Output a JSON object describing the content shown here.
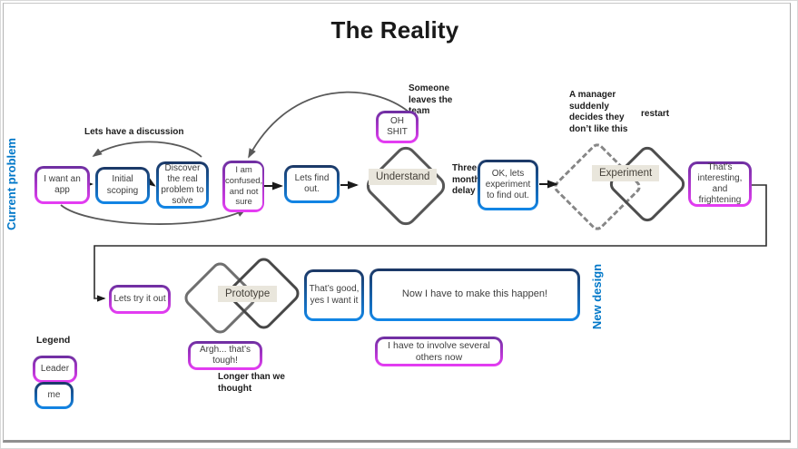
{
  "title": "The Reality",
  "side_labels": {
    "left": "Current problem",
    "right": "New design"
  },
  "nodes": {
    "want_app": "I want an app",
    "initial_scoping": "Initial scoping",
    "discover": "Discover the real problem to solve",
    "confused": "I am confused, and not sure",
    "lets_find_out": "Lets find out.",
    "oh_shit": "OH SHIT",
    "ok_experiment": "OK, lets experiment to find out.",
    "thats_interesting": "That’s interesting, and frightening",
    "lets_try": "Lets try it out",
    "thats_good": "That’s good, yes I want it",
    "make_happen": "Now I have to make this happen!",
    "argh": "Argh... that’s tough!",
    "involve": "I have to involve several others now"
  },
  "diamonds": {
    "understand": "Understand",
    "experiment": "Experiment",
    "prototype": "Prototype"
  },
  "annotations": {
    "discussion": "Lets have a discussion",
    "someone_leaves": "Someone leaves the team",
    "three_month_delay": "Three month delay",
    "manager": "A manager suddenly decides they don’t like this",
    "restart": "restart",
    "longer": "Longer than we thought"
  },
  "legend": {
    "title": "Legend",
    "leader": "Leader",
    "me": "me"
  },
  "colors": {
    "leader_top": "#6d2fa0",
    "leader_bottom": "#e83df5",
    "me_top": "#1c3764",
    "me_bottom": "#1287e8",
    "accent_blue": "#0077c8",
    "label_bg": "#e9e6dc",
    "arc_gray": "#595959",
    "arrow_black": "#1a1a1a"
  }
}
